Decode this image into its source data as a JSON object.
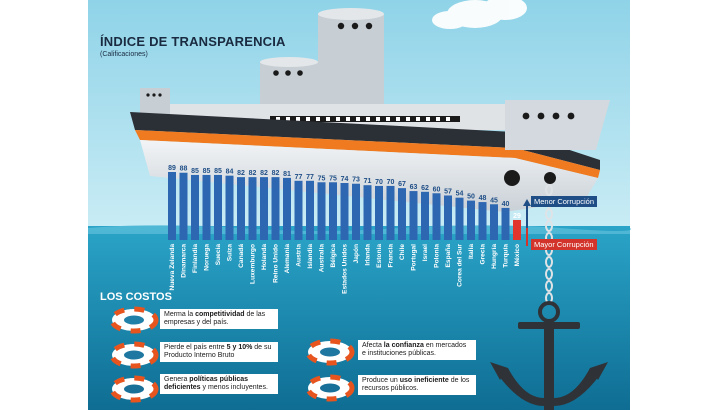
{
  "title": "ÍNDICE DE TRANSPARENCIA",
  "subtitle": "(Calificaciones)",
  "chart_data": {
    "type": "bar",
    "title": "ÍNDICE DE TRANSPARENCIA",
    "subtitle": "(Calificaciones)",
    "categories": [
      "Nueva Zelanda",
      "Dinamarca",
      "Finlandia",
      "Noruega",
      "Suecia",
      "Suiza",
      "Canadá",
      "Luxemburgo",
      "Holanda",
      "Reino Unido",
      "Alemania",
      "Austria",
      "Islandia",
      "Australia",
      "Bélgica",
      "Estados Unidos",
      "Japón",
      "Irlanda",
      "Estonia",
      "Francia",
      "Chile",
      "Portugal",
      "Israel",
      "Polonia",
      "España",
      "Corea del Sur",
      "Italia",
      "Grecia",
      "Hungría",
      "Turquía",
      "México"
    ],
    "values": [
      89,
      88,
      85,
      85,
      85,
      84,
      82,
      82,
      82,
      82,
      81,
      77,
      77,
      75,
      75,
      74,
      73,
      71,
      70,
      70,
      67,
      63,
      62,
      60,
      57,
      54,
      50,
      48,
      45,
      40,
      29
    ],
    "highlight": "México",
    "colors": {
      "bar": "#2e67b1",
      "highlight": "#e2352b",
      "value_text": "#1f4e86"
    }
  },
  "legend": {
    "menor": "Menor Corrupción",
    "mayor": "Mayor Corrupción"
  },
  "costs": {
    "title": "LOS COSTOS",
    "items": [
      {
        "pre": "Merma la ",
        "bold": "competitividad",
        "post": " de las empresas y del país."
      },
      {
        "pre": "Pierde el país entre ",
        "bold": "5 y 10%",
        "post": " de su Producto Interno Bruto"
      },
      {
        "pre": "Genera ",
        "bold": "políticas públicas deficientes",
        "post": " y menos incluyentes."
      },
      {
        "pre": "Afecta ",
        "bold": "la confianza",
        "post": " en mercados e instituciones públicas."
      },
      {
        "pre": "Produce un ",
        "bold": "uso ineficiente",
        "post": " de los recursos públicos."
      }
    ]
  }
}
